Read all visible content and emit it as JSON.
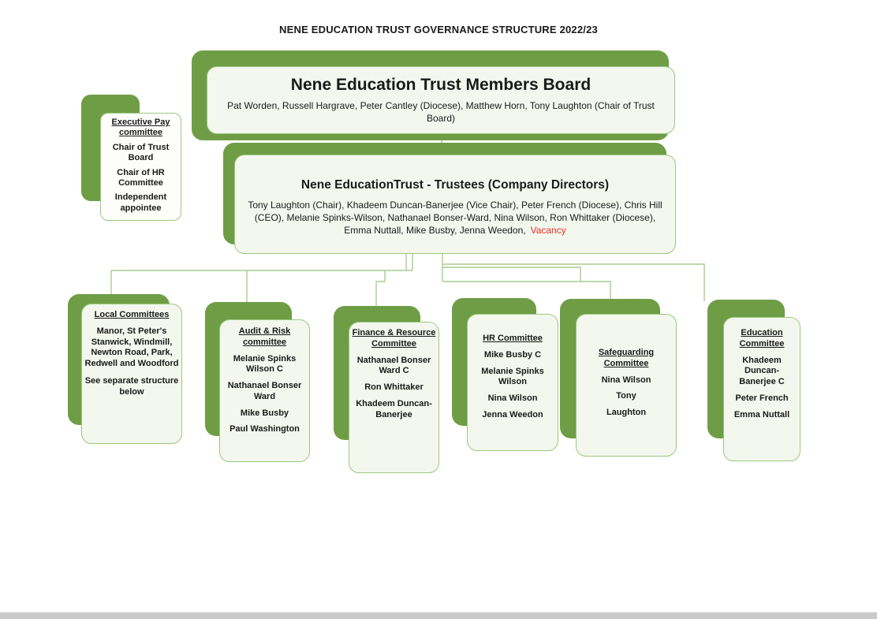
{
  "page": {
    "title": "NENE EDUCATION TRUST GOVERNANCE STRUCTURE 2022/23"
  },
  "colors": {
    "box_green": "#6f9d46",
    "box_border_green": "#9dc87f",
    "box_fill": "#f3f7ee",
    "connector_green": "#a9cc90",
    "vacancy_red": "#ee2e24"
  },
  "members_board": {
    "title": "Nene Education Trust Members Board",
    "members": "Pat Worden, Russell Hargrave, Peter Cantley (Diocese), Matthew Horn, Tony Laughton (Chair of Trust Board)"
  },
  "trustees": {
    "title": "Nene EducationTrust - Trustees (Company Directors)",
    "members": "Tony Laughton (Chair), Khadeem Duncan-Banerjee (Vice Chair), Peter French (Diocese), Chris Hill (CEO), Melanie Spinks-Wilson, Nathanael Bonser-Ward, Nina Wilson, Ron Whittaker (Diocese), Emma Nuttall, Mike Busby, Jenna Weedon,",
    "vacancy": "Vacancy"
  },
  "executive_pay": {
    "title": "Executive Pay committee",
    "items": [
      "Chair of Trust Board",
      "Chair of HR Committee",
      "Independent appointee"
    ]
  },
  "committees": [
    {
      "title": "Local Committees",
      "members": [
        "Manor, St Peter's Stanwick, Windmill, Newton Road, Park,  Redwell and Woodford",
        "See separate structure below"
      ]
    },
    {
      "title": "Audit & Risk committee",
      "members": [
        "Melanie Spinks Wilson C",
        "Nathanael Bonser Ward",
        "Mike Busby",
        "Paul Washington"
      ]
    },
    {
      "title": "Finance & Resource Committee",
      "members": [
        "Nathanael Bonser Ward C",
        "Ron Whittaker",
        "Khadeem Duncan-Banerjee"
      ]
    },
    {
      "title": "HR Committee",
      "members": [
        "Mike Busby C",
        "Melanie Spinks Wilson",
        "Nina Wilson",
        "Jenna Weedon"
      ]
    },
    {
      "title": "Safeguarding Committee",
      "members": [
        "Nina Wilson",
        "Tony",
        "Laughton"
      ]
    },
    {
      "title": "Education Committee",
      "members": [
        "Khadeem Duncan-Banerjee C",
        "Peter French",
        "Emma Nuttall"
      ]
    }
  ]
}
